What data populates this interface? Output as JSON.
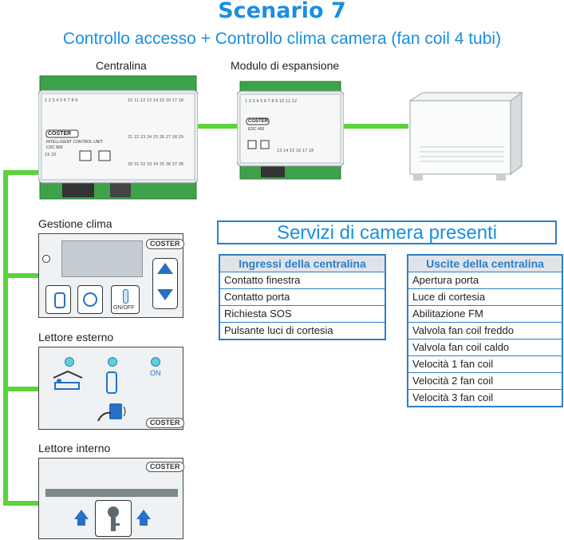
{
  "title": "Scenario 7",
  "subtitle": "Controllo accesso + Controllo clima camera (fan coil 4 tubi)",
  "labels": {
    "centralina": "Centralina",
    "modulo": "Modulo di espansione",
    "gestione_clima": "Gestione clima",
    "lettore_esterno": "Lettore esterno",
    "lettore_interno": "Lettore interno"
  },
  "devices": {
    "control_unit_model": "CDC 800",
    "control_unit_brand": "COSTER",
    "control_unit_caption": "INTELLIGENT CONTROL UNIT",
    "expansion_model": "EDC 400",
    "expansion_brand": "COSTER",
    "panel_brand": "COSTER",
    "on_label": "ON",
    "onoff_label": "ON/OFF"
  },
  "services": {
    "title": "Servizi di camera presenti",
    "inputs_header": "Ingressi della centralina",
    "inputs": [
      "Contatto finestra",
      "Contatto porta",
      "Richiesta SOS",
      "Pulsante luci di cortesia"
    ],
    "outputs_header": "Uscite della centralina",
    "outputs": [
      "Apertura porta",
      "Luce di cortesia",
      "Abilitazione FM",
      "Valvola fan coil freddo",
      "Valvola fan coil caldo",
      "Velocità 1 fan coil",
      "Velocità 2 fan coil",
      "Velocità 3 fan coil"
    ]
  },
  "colors": {
    "title_blue": "#1a8fe0",
    "connector_green": "#5ad43a",
    "table_border": "#2d7ec8",
    "table_header_bg": "#dfe3ea"
  }
}
